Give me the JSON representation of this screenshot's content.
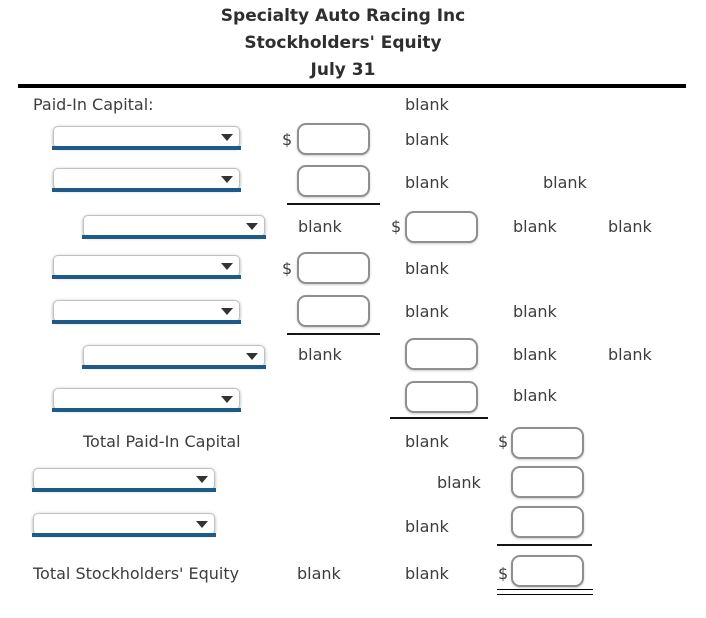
{
  "header": {
    "company": "Specialty Auto Racing Inc",
    "statement": "Stockholders' Equity",
    "date": "July 31"
  },
  "sections": {
    "paid_in_capital_label": "Paid-In Capital:",
    "total_paid_in_capital_label": "Total Paid-In Capital",
    "total_stockholders_equity_label": "Total Stockholders' Equity"
  },
  "cell_text": {
    "blank": "blank",
    "dollar": "$"
  },
  "fields": {
    "dropdown_selected_value": "",
    "amount_value": ""
  },
  "colors": {
    "dropdown_underline": "#1d5a88",
    "rule_black": "#000000",
    "body_text": "#3d3d3d",
    "input_border": "#8f8f8f"
  }
}
